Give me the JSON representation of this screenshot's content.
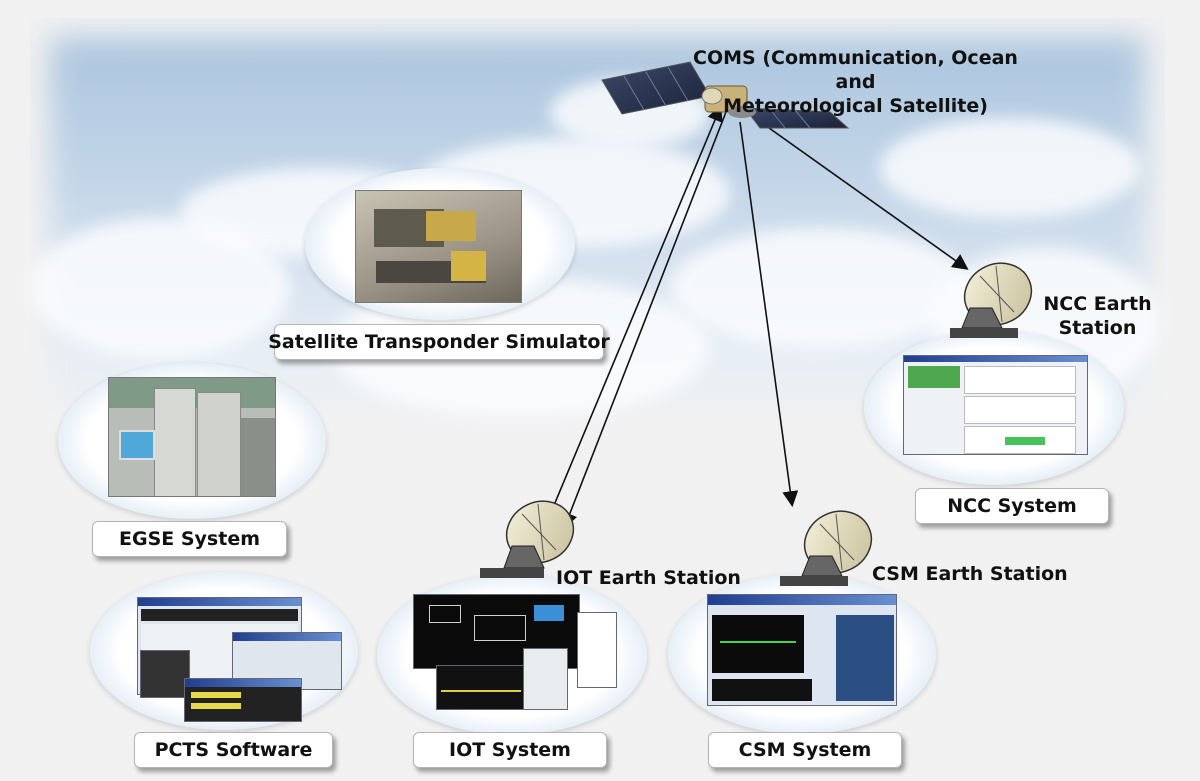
{
  "satellite": {
    "name_line1": "COMS (Communication, Ocean and",
    "name_line2": "Meteorological Satellite)"
  },
  "stations": {
    "ncc_line1": "NCC Earth",
    "ncc_line2": "Station",
    "iot": "IOT Earth Station",
    "csm": "CSM Earth Station"
  },
  "systems": {
    "simulator": "Satellite Transponder Simulator",
    "egse": "EGSE System",
    "pcts": "PCTS  Software",
    "iot": "IOT System",
    "csm": "CSM System",
    "ncc": "NCC System"
  },
  "colors": {
    "arrow": "#111111",
    "ellipse_edge": "#b9d2ea",
    "sky": "#a8c3dd"
  }
}
